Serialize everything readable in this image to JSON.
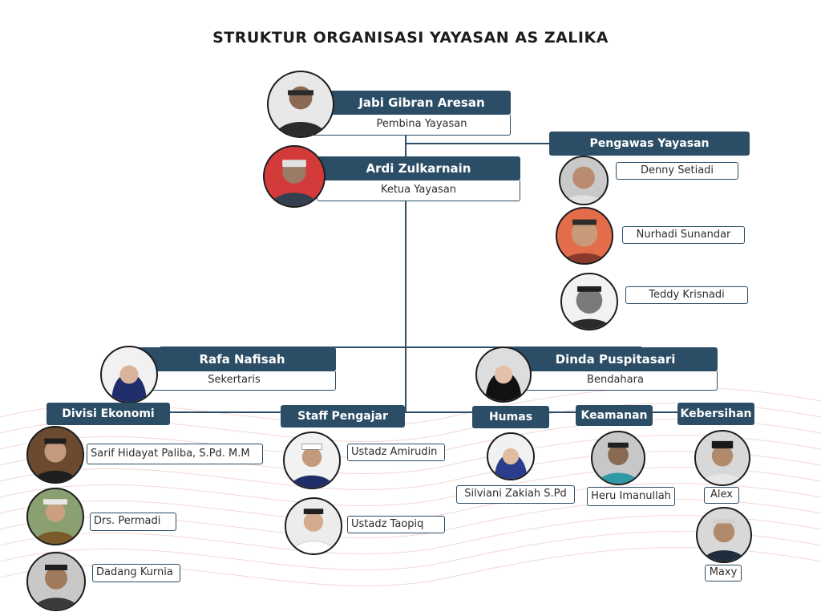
{
  "title": "STRUKTUR ORGANISASI YAYASAN AS ZALIKA",
  "colors": {
    "primary": "#2b4d66",
    "text": "#2c2c2c",
    "wave": "#f3d7d7"
  },
  "pembina": {
    "name": "Jabi Gibran Aresan",
    "role": "Pembina Yayasan"
  },
  "ketua": {
    "name": "Ardi Zulkarnain",
    "role": "Ketua Yayasan"
  },
  "pengawas": {
    "header": "Pengawas Yayasan",
    "members": [
      "Denny Setiadi",
      "Nurhadi Sunandar",
      "Teddy Krisnadi"
    ]
  },
  "sekretaris": {
    "name": "Rafa Nafisah",
    "role": "Sekertaris"
  },
  "bendahara": {
    "name": "Dinda Puspitasari",
    "role": "Bendahara"
  },
  "divisions": {
    "ekonomi": {
      "header": "Divisi Ekonomi",
      "members": [
        "Sarif Hidayat Paliba, S.Pd. M.M",
        "Drs. Permadi",
        "Dadang Kurnia"
      ]
    },
    "pengajar": {
      "header": "Staff Pengajar",
      "members": [
        "Ustadz Amirudin",
        "Ustadz Taopiq"
      ]
    },
    "humas": {
      "header": "Humas",
      "members": [
        "Silviani Zakiah S.Pd"
      ]
    },
    "keamanan": {
      "header": "Keamanan",
      "members": [
        "Heru Imanullah"
      ]
    },
    "kebersihan": {
      "header": "Kebersihan",
      "members": [
        "Alex",
        "Maxy"
      ]
    }
  }
}
